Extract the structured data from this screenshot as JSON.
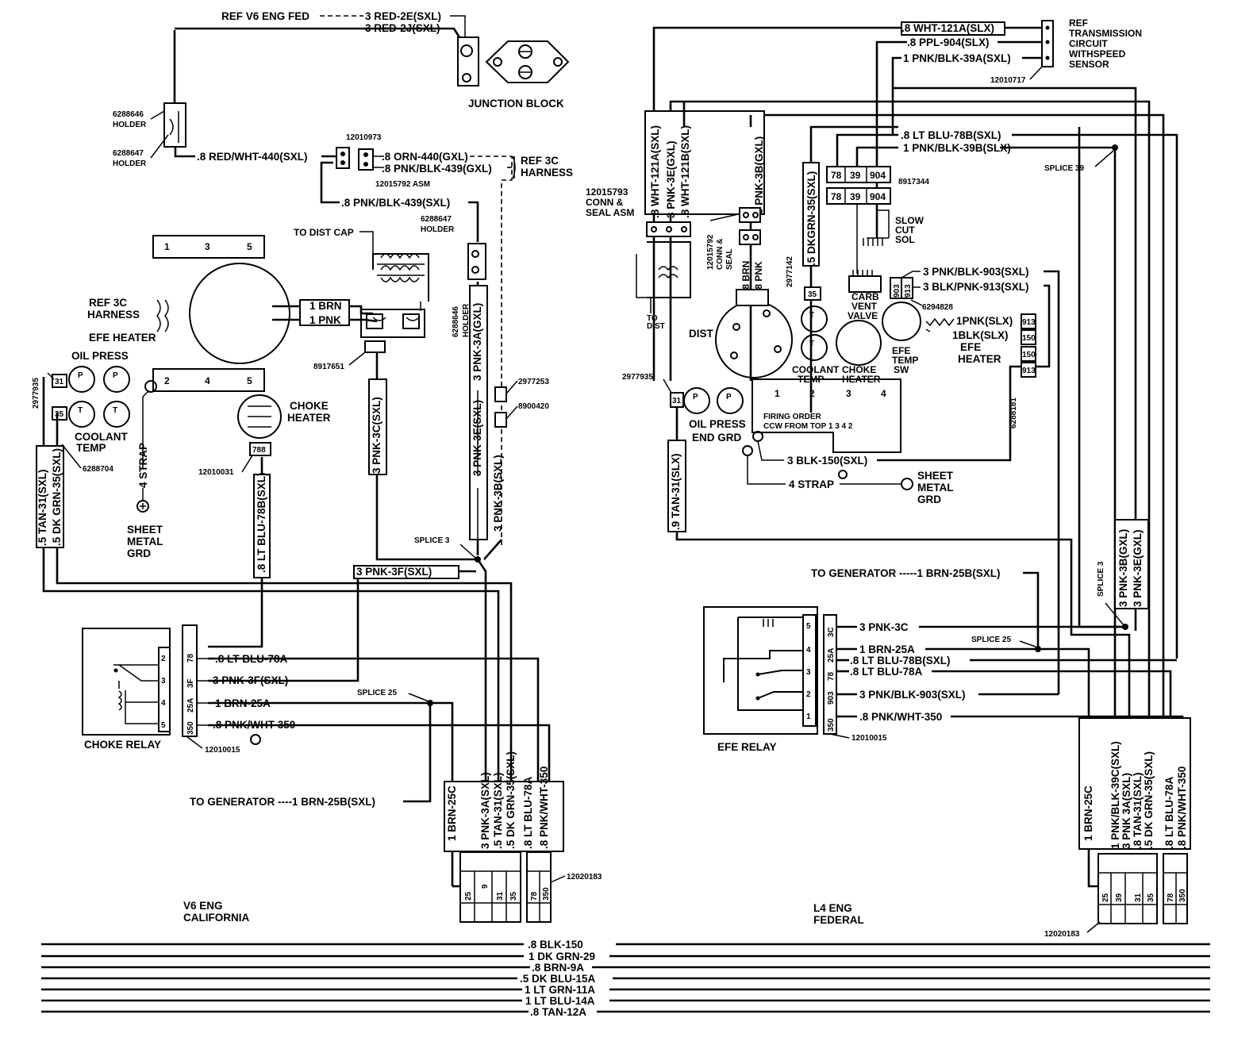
{
  "v6": {
    "title": "V6 ENG",
    "subtitle": "CALIFORNIA",
    "ref_v6_eng_fed": "REF V6 ENG FED",
    "w_red_2e": "3 RED-2E(SXL)",
    "w_red_2j": "3 RED-2J(SXL)",
    "junction_block": "JUNCTION BLOCK",
    "holder_6288646": "6288646",
    "holder_6288647": "6288647",
    "holder_word": "HOLDER",
    "w_red_wht_440": ".8 RED/WHT-440(SXL)",
    "part_12010973": "12010973",
    "w_orn_440": ".8 ORN-440(GXL)",
    "w_pnk_blk_439_gxl": ".8 PNK/BLK-439(GXL)",
    "part_12015792_asm": "12015792 ASM",
    "ref_3c_harness_a": "REF 3C",
    "ref_3c_harness_b": "HARNESS",
    "w_pnk_blk_439_sxl": ".8 PNK/BLK-439(SXL)",
    "to_dist_cap": "TO DIST CAP",
    "holder2_num": "6288647",
    "holder2_word": "HOLDER",
    "holder3_num": "6288646",
    "holder3_word": "HOLDER",
    "efe_term_1": "1",
    "efe_term_3": "3",
    "efe_term_5": "5",
    "efe_term_2": "2",
    "efe_term_4": "4",
    "efe_term_5b": "5",
    "ref_3c_h1": "REF 3C",
    "ref_3c_h2": "HARNESS",
    "efe_heater": "EFE HEATER",
    "w_1brn": "1 BRN",
    "w_1pnk": "1 PNK",
    "part_8917651": "8917651",
    "w_pnk_3a": "3 PNK-3A(GXL)",
    "w_pnk_3c": "3 PNK-3C(SXL)",
    "w_pnk_3e": "3 PNK-3E(SXL)",
    "w_pnk_3b": "3 PNK-3B(SXL)",
    "part_2977253": "2977253",
    "part_8900420": "8900420",
    "oil_press": "OIL PRESS",
    "part_2977935": "2977935",
    "conn_31": "31",
    "conn_35": "35",
    "coolant_a": "COOLANT",
    "coolant_b": "TEMP",
    "part_6288704": "6288704",
    "strap": "4 STRAP",
    "sheet_metal_grd_1": "SHEET",
    "sheet_metal_grd_2": "METAL",
    "sheet_metal_grd_3": "GRD",
    "choke_heater_a": "CHOKE",
    "choke_heater_b": "HEATER",
    "conn_788": "788",
    "part_12010031": "12010031",
    "w_tan_31": ".5 TAN-31(SXL)",
    "w_dkgrn_35": ".5 DK GRN-35(SXL)",
    "w_ltblu_78b": ".8 LT BLU-78B(SXL)",
    "splice_3": "SPLICE 3",
    "w_pnk_3f_top": "3 PNK-3F(SXL)",
    "w_ltblu_78a": ".8 LT BLU-78A",
    "w_pnk_3f": "3 PNK-3F(SXL)",
    "w_brn_25a": "1 BRN-25A",
    "w_pnk_wht_350": ".8 PNK/WHT-350",
    "splice_25": "SPLICE 25",
    "choke_relay": "CHOKE RELAY",
    "part_12010015": "12010015",
    "to_generator": "TO GENERATOR ----1 BRN-25B(SXL)",
    "w_brn_25c": "1 BRN-25C",
    "bot_w1": "3 PNK-3A(SXL)",
    "bot_w2": ".5 TAN-31(SXL)",
    "bot_w3": ".5 DK GRN-35(SXL)",
    "bot_w4": ".8 LT BLU-78A",
    "bot_w5": ".8 PNK/WHT-350",
    "conn_bottom": [
      "25",
      "9",
      "31",
      "35",
      "78",
      "350"
    ],
    "part_12020183": "12020183",
    "relay_cav": [
      "78",
      "3F",
      "25A",
      "350"
    ]
  },
  "l4": {
    "title": "L4 ENG",
    "subtitle": "FEDERAL",
    "w_wht_121a": ".8 WHT-121A(SLX)",
    "w_ppl_904": ".8 PPL-904(SLX)",
    "w_pnk_blk_39a": "1 PNK/BLK-39A(SXL)",
    "ref_trans_1": "REF",
    "ref_trans_2": "TRANSMISSION",
    "ref_trans_3": "CIRCUIT",
    "ref_trans_4": "WITHSPEED",
    "ref_trans_5": "SENSOR",
    "part_12010717": "12010717",
    "w_ltblu_78b": ".8 LT BLU-78B(SXL)",
    "w_pnk_blk_39b": "1 PNK/BLK-39B(SLX)",
    "splice_39": "SPLICE 39",
    "conn_a": [
      "78",
      "39",
      "904"
    ],
    "conn_b": [
      "78",
      "39",
      "904"
    ],
    "part_8917344": "8917344",
    "slow_cut_1": "SLOW",
    "slow_cut_2": "CUT",
    "slow_cut_3": "SOL",
    "w_wht_121a_v": ".8 WHT-121A(SXL)",
    "w_pnk_3e_v": "3 PNK-3E(GXL)",
    "w_wht_121b_v": ".8 WHT-121B(SXL)",
    "w_pnk_3b_v": "3 PNK-3B(GXL)",
    "w_dkgrn_35_v": ".5 DKGRN-35(SXL)",
    "conn_seal_1": "12015793",
    "conn_seal_2": "CONN &",
    "conn_seal_3": "SEAL ASM",
    "conn_seal_b1": "12015792",
    "conn_seal_b2": "CONN &",
    "conn_seal_b3": "SEAL",
    "w_8brn": ".8 BRN",
    "w_8pnk": ".8 PNK",
    "part_2977142": "2977142",
    "conn_35": "35",
    "to_dist_1": "TO",
    "to_dist_2": "DIST",
    "dist": "DIST",
    "carb_vent_1": "CARB",
    "carb_vent_2": "VENT",
    "carb_vent_3": "VALVE",
    "w_pnk_blk_903": "3 PNK/BLK-903(SXL)",
    "w_blk_pnk_913": "3 BLK/PNK-913(SXL)",
    "conn_903": "903",
    "conn_913": "913",
    "part_6294828": "6294828",
    "w_1pnk": "1PNK(SLX)",
    "w_1blk": "1BLK(SLX)",
    "conn_913b": "913",
    "conn_150": "150",
    "efe_heater_1": "EFE",
    "efe_heater_2": "HEATER",
    "efe_temp_1": "EFE",
    "efe_temp_2": "TEMP",
    "efe_temp_3": "SW",
    "coolant_1": "COOLANT",
    "coolant_2": "TEMP",
    "choke_1": "CHOKE",
    "choke_2": "HEATER",
    "cyl_1": "1",
    "cyl_2": "2",
    "cyl_3": "3",
    "cyl_4": "4",
    "part_6288181": "6288181",
    "part_2977935": "2977935",
    "conn_31": "31",
    "oil_press": "OIL PRESS",
    "end_grd": "END GRD",
    "firing_1": "FIRING ORDER",
    "firing_2": "CCW FROM TOP 1 3 4 2",
    "w_blk_150": "3 BLK-150(SXL)",
    "strap": "4 STRAP",
    "sheet_1": "SHEET",
    "sheet_2": "METAL",
    "sheet_3": "GRD",
    "w_tan_31": ".9 TAN-31(SLX)",
    "to_generator": "TO GENERATOR -----1 BRN-25B(SXL)",
    "splice_3": "SPLICE 3",
    "w_pnk_3b": "3 PNK-3B(GXL)",
    "w_pnk_3e": "3 PNK-3E(GXL)",
    "w_pnk_3c": "3 PNK-3C",
    "splice_25": "SPLICE 25",
    "w_brn_25a": "1 BRN-25A",
    "w_ltblu_78b_h": ".8 LT BLU-78B(SXL)",
    "w_ltblu_78a": ".8 LT BLU-78A",
    "w_pnk_blk_903_h": "3 PNK/BLK-903(SXL)",
    "w_pnk_wht_350": ".8 PNK/WHT-350",
    "relay_cav": [
      "3C",
      "25A",
      "78",
      "903",
      "350"
    ],
    "relay_pins": [
      "5",
      "4",
      "3",
      "2",
      "1"
    ],
    "efe_relay": "EFE RELAY",
    "part_12010015": "12010015",
    "w_brn_25c": "1 BRN-25C",
    "bot_w1": "1 PNK/BLK-39C(SXL)",
    "bot_w2": "3 PNK 3A(SXL)",
    "bot_w3": ".8 TAN-31(SXL)",
    "bot_w4": ".5 DK GRN-35(SXL)",
    "bot_w5": ".8 LT BLU-78A",
    "bot_w6": ".8 PNK/WHT-350",
    "conn_bottom": [
      "25",
      "39",
      "31",
      "35",
      "78",
      "350"
    ],
    "part_12020183": "12020183"
  },
  "bus": {
    "lines": [
      ".8 BLK-150",
      "1 DK GRN-29",
      ".8 BRN-9A",
      ".5 DK BLU-15A",
      "1 LT GRN-11A",
      "1 LT BLU-14A",
      ".8 TAN-12A"
    ]
  }
}
